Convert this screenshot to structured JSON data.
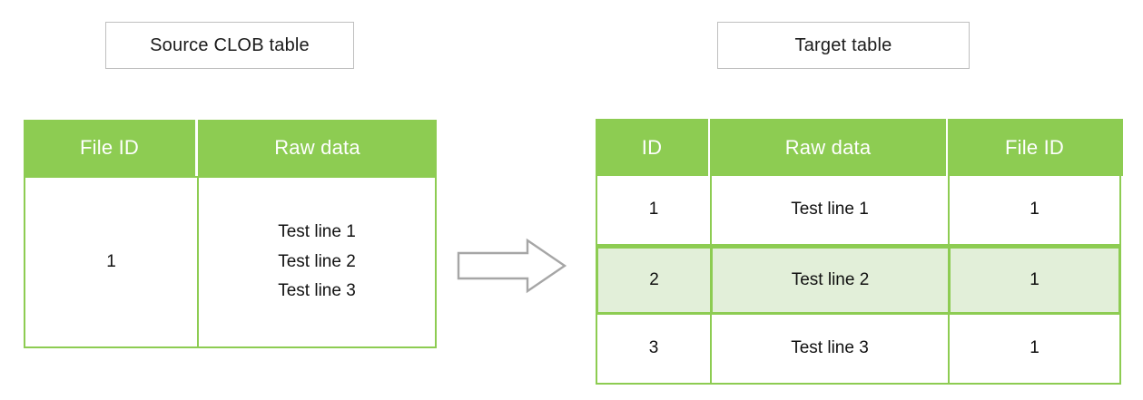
{
  "theme": {
    "header_green": "#8dcc52",
    "grid_green": "#8dcc52",
    "highlight_fill": "#e2efd9",
    "caption_border": "#bfbfbf",
    "arrow_stroke": "#a6a6a6",
    "header_text": "#ffffff",
    "body_text": "#111111",
    "page_background": "#ffffff"
  },
  "captions": {
    "source": "Source CLOB table",
    "target": "Target table"
  },
  "source_table": {
    "columns": [
      "File ID",
      "Raw data"
    ],
    "rows": [
      {
        "file_id": "1",
        "raw_data_lines": [
          "Test line 1",
          "Test line 2",
          "Test line 3"
        ]
      }
    ]
  },
  "target_table": {
    "columns": [
      "ID",
      "Raw data",
      "File ID"
    ],
    "rows": [
      {
        "id": "1",
        "raw_data": "Test line 1",
        "file_id": "1",
        "highlighted": false
      },
      {
        "id": "2",
        "raw_data": "Test line 2",
        "file_id": "1",
        "highlighted": true
      },
      {
        "id": "3",
        "raw_data": "Test line 3",
        "file_id": "1",
        "highlighted": false
      }
    ]
  },
  "arrow": {
    "name": "right-block-arrow",
    "direction": "right"
  }
}
